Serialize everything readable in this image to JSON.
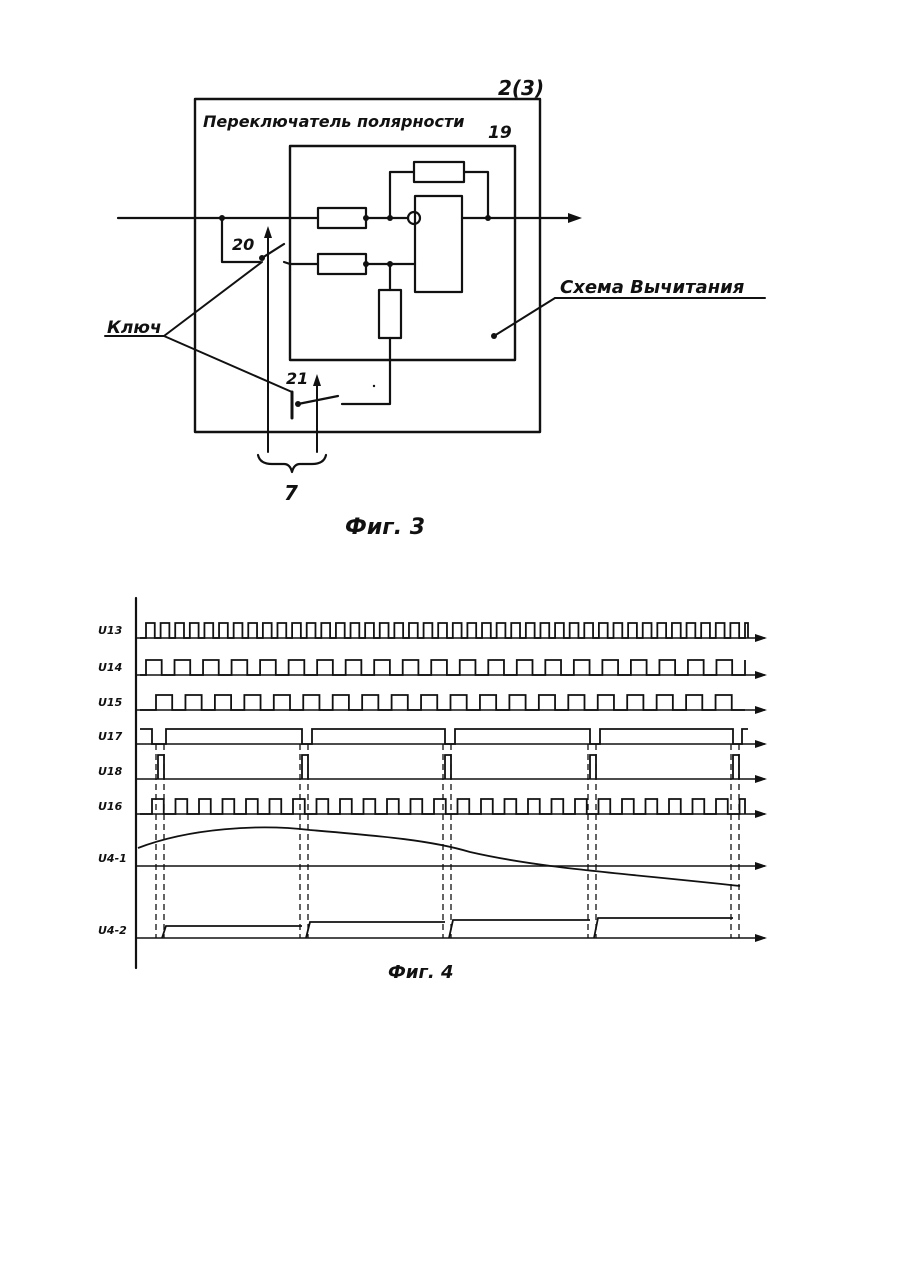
{
  "figure3": {
    "sheet_ref": "2(3)",
    "block_title": "Переключатель полярности",
    "subtractor_ref": "19",
    "subtractor_label": "Схема Вычитания",
    "key_label": "Ключ",
    "key1_ref": "20",
    "key2_ref": "21",
    "control_ref": "7",
    "caption": "Фиг. 3"
  },
  "figure4": {
    "caption": "Фиг. 4",
    "signals": [
      {
        "label": "U13",
        "kind": "clock",
        "periods": 41
      },
      {
        "label": "U14",
        "kind": "square",
        "periods": 21
      },
      {
        "label": "U15",
        "kind": "square",
        "periods": 20
      },
      {
        "label": "U17",
        "kind": "frame"
      },
      {
        "label": "U18",
        "kind": "strobe"
      },
      {
        "label": "U16",
        "kind": "gated-square"
      },
      {
        "label": "U4-1",
        "kind": "analog"
      },
      {
        "label": "U4-2",
        "kind": "sample-hold"
      }
    ]
  }
}
